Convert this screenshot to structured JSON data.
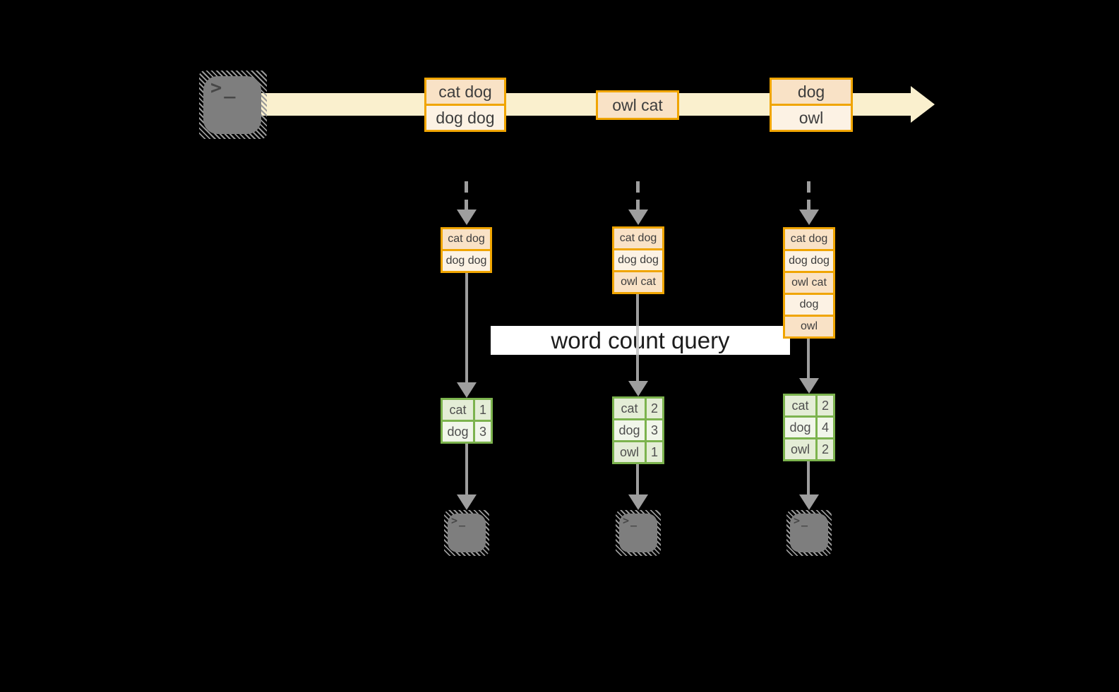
{
  "colors": {
    "bg": "#000000",
    "band": "#FAF0CE",
    "orange": "#F0A500",
    "peach": "#F9E2C6",
    "cream": "#FCF2E4",
    "green": "#7CB34E",
    "green_dark_fill": "#E4EDD6",
    "green_light_fill": "#F1F6EA",
    "gray_arrow": "#9E9E9E",
    "icon_gray": "#7E7E7E",
    "query_bg": "#FFFFFF"
  },
  "source_terminal": {
    "glyph": ">_"
  },
  "stream": {
    "events": [
      {
        "lines": [
          "cat dog",
          "dog dog"
        ]
      },
      {
        "lines": [
          "owl cat"
        ]
      },
      {
        "lines": [
          "dog",
          "owl"
        ]
      }
    ]
  },
  "query": {
    "label": "word count query"
  },
  "columns": [
    {
      "buffer": [
        "cat dog",
        "dog dog"
      ],
      "counts": [
        {
          "word": "cat",
          "count": "1"
        },
        {
          "word": "dog",
          "count": "3"
        }
      ],
      "terminal_glyph": ">_"
    },
    {
      "buffer": [
        "cat dog",
        "dog dog",
        "owl cat"
      ],
      "counts": [
        {
          "word": "cat",
          "count": "2"
        },
        {
          "word": "dog",
          "count": "3"
        },
        {
          "word": "owl",
          "count": "1"
        }
      ],
      "terminal_glyph": ">_"
    },
    {
      "buffer": [
        "cat dog",
        "dog dog",
        "owl cat",
        "dog",
        "owl"
      ],
      "counts": [
        {
          "word": "cat",
          "count": "2"
        },
        {
          "word": "dog",
          "count": "4"
        },
        {
          "word": "owl",
          "count": "2"
        }
      ],
      "terminal_glyph": ">_"
    }
  ]
}
